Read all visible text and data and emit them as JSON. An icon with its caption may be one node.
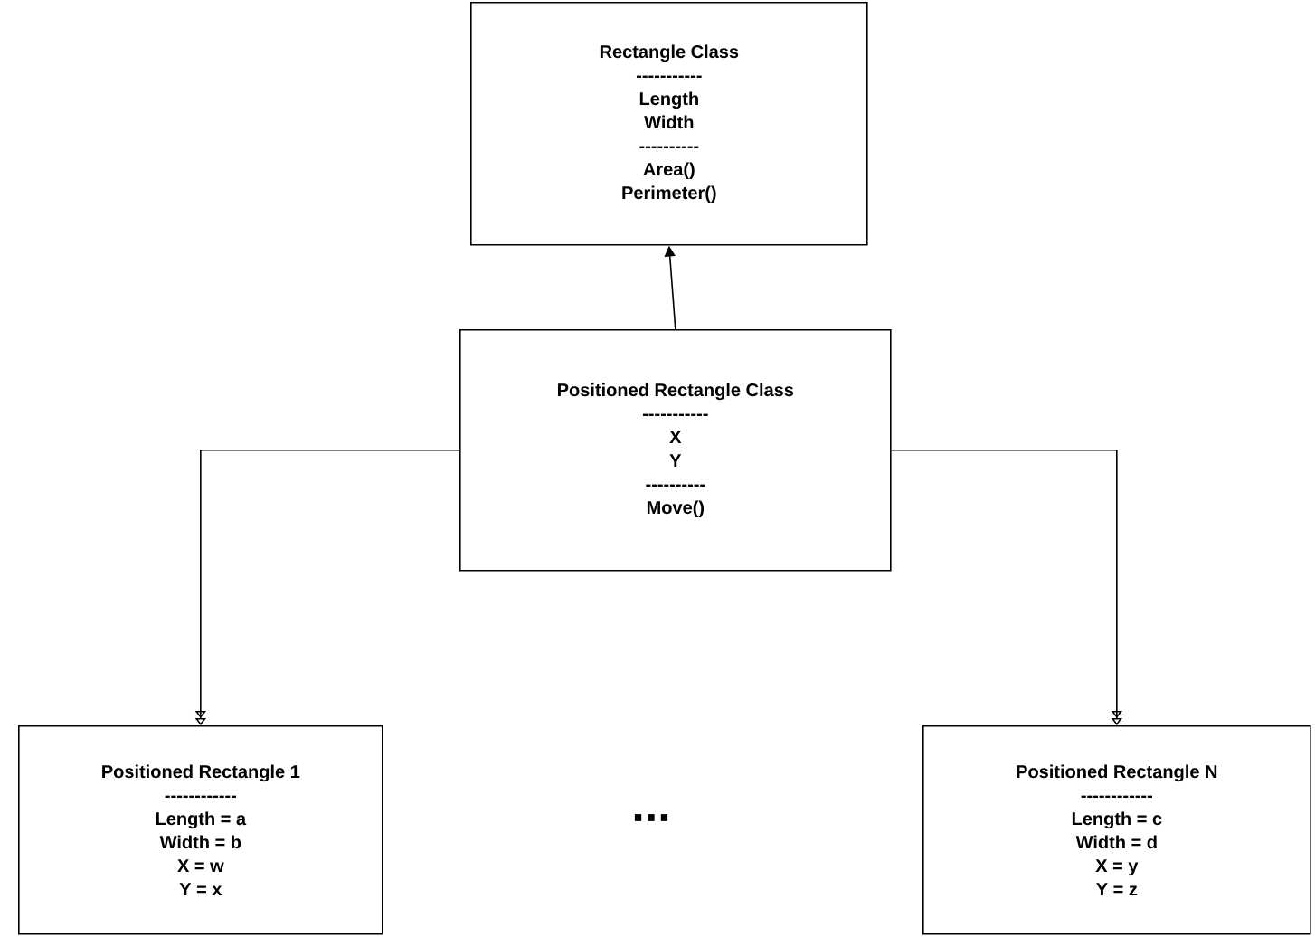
{
  "diagram": {
    "nodes": [
      {
        "text": [
          "Rectangle Class",
          "-----------",
          "Length",
          "Width",
          "----------",
          "Area()",
          "Perimeter()"
        ]
      },
      {
        "text": [
          "Positioned Rectangle Class",
          "-----------",
          "X",
          "Y",
          "----------",
          "Move()"
        ]
      },
      {
        "text": [
          "Positioned Rectangle 1",
          "------------",
          "Length = a",
          "Width = b",
          "X = w",
          "Y = x"
        ]
      },
      {
        "text": [
          "Positioned Rectangle N",
          "------------",
          "Length = c",
          "Width = d",
          "X = y",
          "Y = z"
        ]
      }
    ],
    "edges": [
      {
        "from": 1,
        "to": 0,
        "arrow": "to"
      },
      {
        "from": 1,
        "to": 2,
        "arrow": "to"
      },
      {
        "from": 1,
        "to": 3,
        "arrow": "to"
      }
    ],
    "labels": [
      "..."
    ]
  }
}
